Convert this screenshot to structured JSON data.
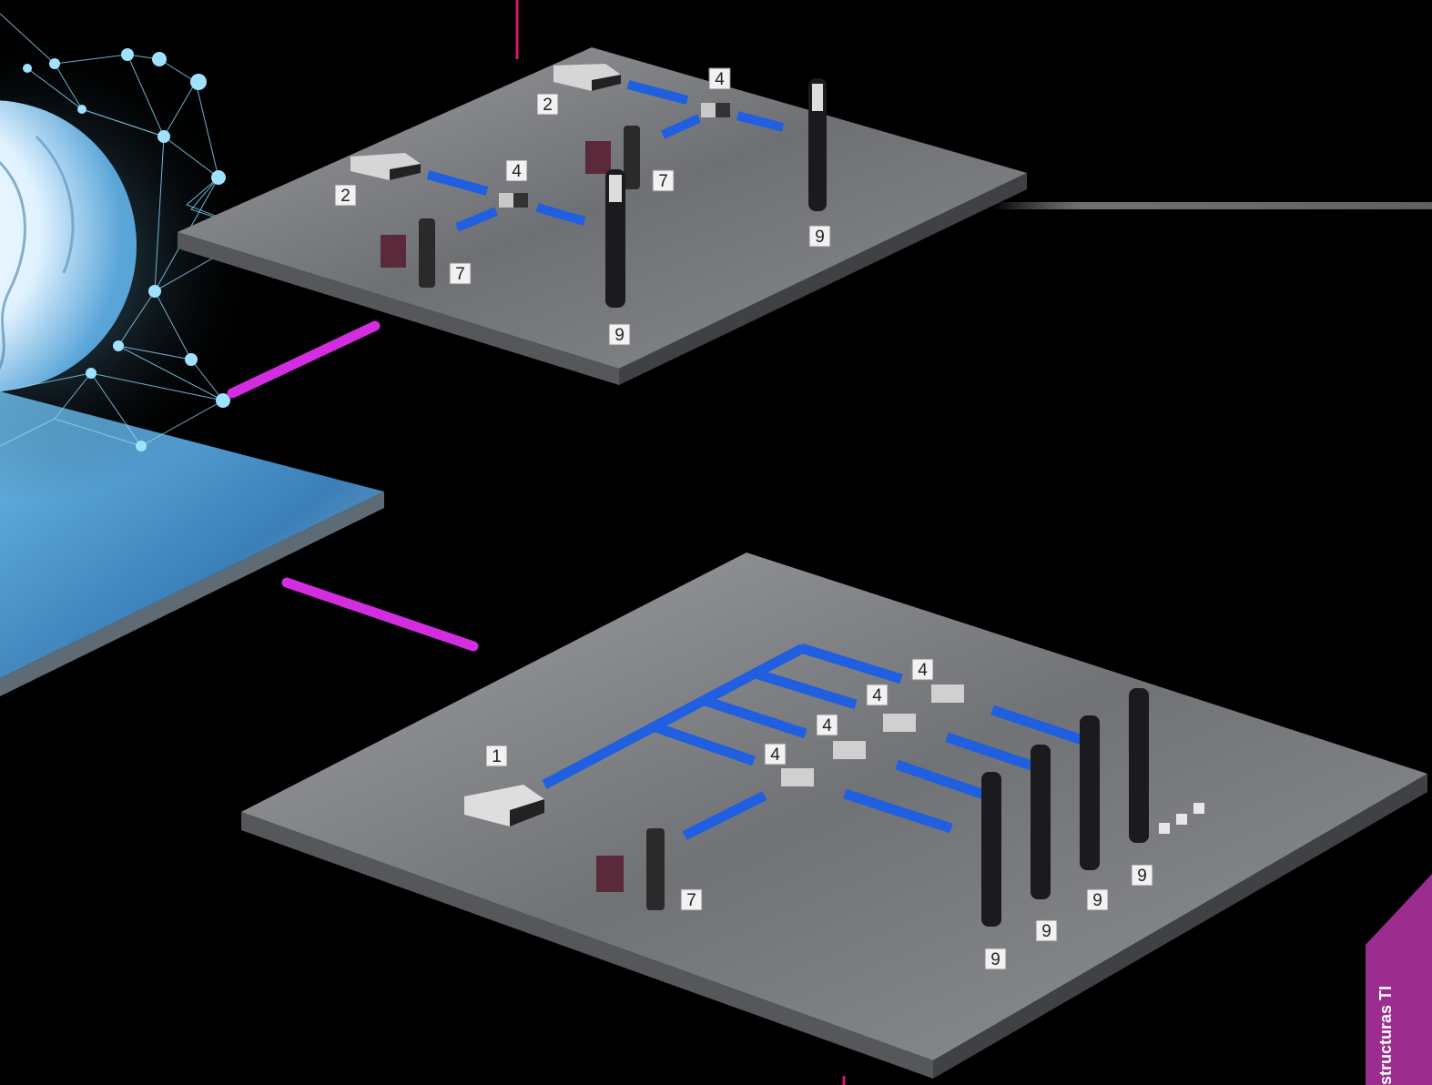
{
  "side_tab": {
    "text": "structuras TI",
    "color": "#9b2d8f"
  },
  "colors": {
    "background": "#000000",
    "cable": "#1f5fe0",
    "link": "#d32de0",
    "platform": "#8a8c90"
  },
  "labels": {
    "top": [
      {
        "id": "t1",
        "text": "2"
      },
      {
        "id": "t2",
        "text": "4"
      },
      {
        "id": "t3",
        "text": "2"
      },
      {
        "id": "t4",
        "text": "4"
      },
      {
        "id": "t5",
        "text": "7"
      },
      {
        "id": "t6",
        "text": "7"
      },
      {
        "id": "t7",
        "text": "9"
      },
      {
        "id": "t8",
        "text": "9"
      }
    ],
    "bottom": [
      {
        "id": "b1",
        "text": "1"
      },
      {
        "id": "b2",
        "text": "4"
      },
      {
        "id": "b3",
        "text": "4"
      },
      {
        "id": "b4",
        "text": "4"
      },
      {
        "id": "b5",
        "text": "4"
      },
      {
        "id": "b6",
        "text": "7"
      },
      {
        "id": "b7",
        "text": "9"
      },
      {
        "id": "b8",
        "text": "9"
      },
      {
        "id": "b9",
        "text": "9"
      },
      {
        "id": "b10",
        "text": "9"
      }
    ]
  }
}
